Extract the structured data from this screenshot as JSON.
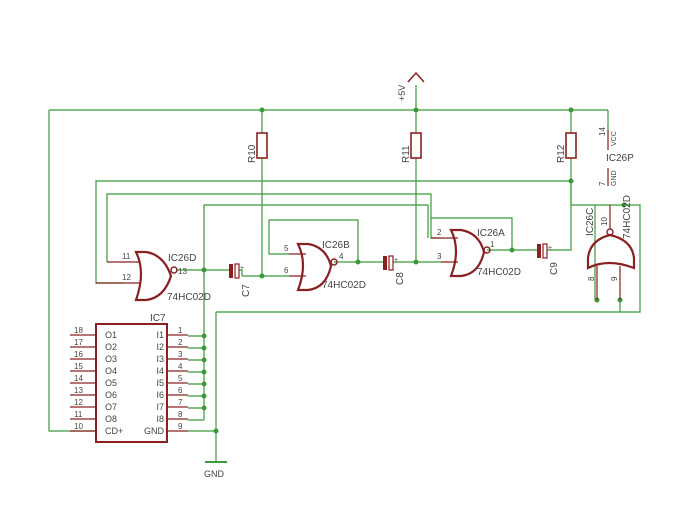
{
  "supply": {
    "label": "+5V"
  },
  "ground": {
    "label": "GND"
  },
  "resistors": [
    {
      "name": "R10"
    },
    {
      "name": "R11"
    },
    {
      "name": "R12"
    }
  ],
  "capacitors": [
    {
      "name": "C7",
      "polarity": "+"
    },
    {
      "name": "C8",
      "polarity": "+"
    },
    {
      "name": "C9",
      "polarity": "+"
    }
  ],
  "gates": [
    {
      "name": "IC26D",
      "value": "74HC02D",
      "pins": [
        "11",
        "12",
        "13"
      ]
    },
    {
      "name": "IC26B",
      "value": "74HC02D",
      "pins": [
        "5",
        "6",
        "4"
      ]
    },
    {
      "name": "IC26A",
      "value": "74HC02D",
      "pins": [
        "2",
        "3",
        "1"
      ]
    },
    {
      "name": "IC26C",
      "value": "74HC02D",
      "pins": [
        "8",
        "9",
        "10"
      ]
    }
  ],
  "power_unit": {
    "name": "IC26P",
    "vcc_pin": "14",
    "vcc_label": "VCC",
    "gnd_pin": "7",
    "gnd_label": "GND"
  },
  "ic7": {
    "name": "IC7",
    "left_pins": [
      {
        "num": "18",
        "label": "O1"
      },
      {
        "num": "17",
        "label": "O2"
      },
      {
        "num": "16",
        "label": "O3"
      },
      {
        "num": "15",
        "label": "O4"
      },
      {
        "num": "14",
        "label": "O5"
      },
      {
        "num": "13",
        "label": "O6"
      },
      {
        "num": "12",
        "label": "O7"
      },
      {
        "num": "11",
        "label": "O8"
      },
      {
        "num": "10",
        "label": "CD+"
      }
    ],
    "right_pins": [
      {
        "num": "1",
        "label": "I1"
      },
      {
        "num": "2",
        "label": "I2"
      },
      {
        "num": "3",
        "label": "I3"
      },
      {
        "num": "4",
        "label": "I4"
      },
      {
        "num": "5",
        "label": "I5"
      },
      {
        "num": "6",
        "label": "I6"
      },
      {
        "num": "7",
        "label": "I7"
      },
      {
        "num": "8",
        "label": "I8"
      },
      {
        "num": "9",
        "label": "GND"
      }
    ]
  },
  "colors": {
    "wire": "#3a9a3a",
    "component": "#8a2020",
    "text": "#444444",
    "background": "#ffffff"
  }
}
